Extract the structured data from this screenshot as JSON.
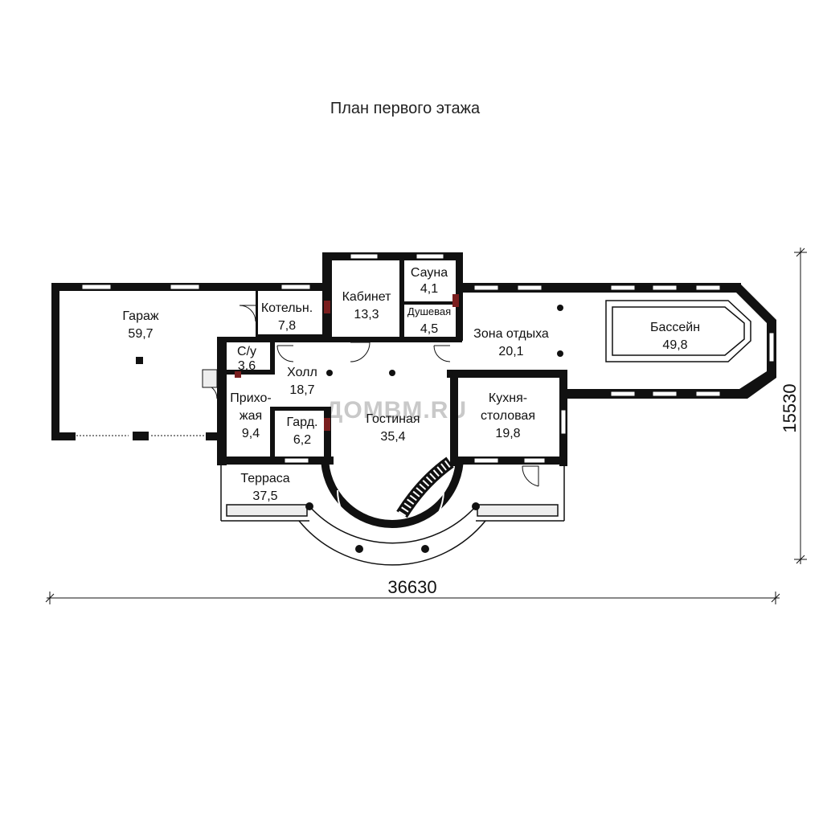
{
  "title": "План первого этажа",
  "watermark": "ДОМВМ.RU",
  "dimensions": {
    "width": "36630",
    "height": "15530"
  },
  "rooms": [
    {
      "id": "garage",
      "name": "Гараж",
      "area": "59,7"
    },
    {
      "id": "boiler",
      "name": "Котельн.",
      "area": "7,8"
    },
    {
      "id": "office",
      "name": "Кабинет",
      "area": "13,3"
    },
    {
      "id": "sauna",
      "name": "Сауна",
      "area": "4,1"
    },
    {
      "id": "shower",
      "name": "Душевая",
      "area": "4,5"
    },
    {
      "id": "relax",
      "name": "Зона отдыха",
      "area": "20,1"
    },
    {
      "id": "pool",
      "name": "Бассейн",
      "area": "49,8"
    },
    {
      "id": "wc",
      "name": "С/у",
      "area": "3,6"
    },
    {
      "id": "hall",
      "name": "Холл",
      "area": "18,7"
    },
    {
      "id": "entrance",
      "name1": "Прихо-",
      "name2": "жая",
      "area": "9,4"
    },
    {
      "id": "wardrobe",
      "name": "Гард.",
      "area": "6,2"
    },
    {
      "id": "living",
      "name": "Гостиная",
      "area": "35,4"
    },
    {
      "id": "kitchen",
      "name1": "Кухня-",
      "name2": "столовая",
      "area": "19,8"
    },
    {
      "id": "terrace",
      "name": "Терраса",
      "area": "37,5"
    }
  ]
}
